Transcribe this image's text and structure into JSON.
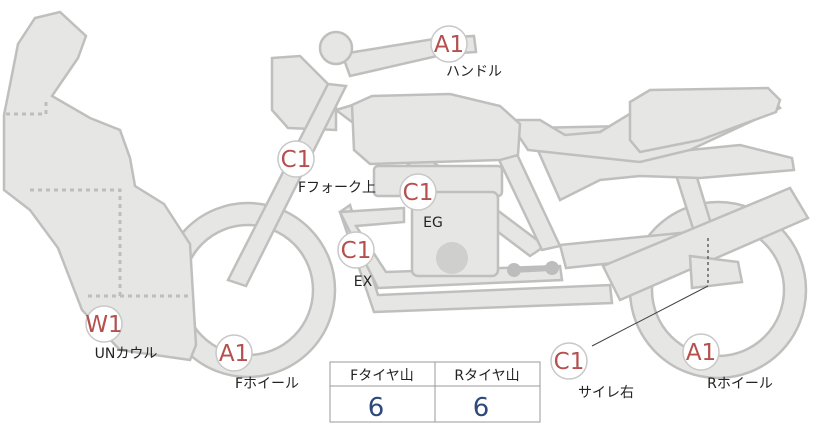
{
  "markers": [
    {
      "id": "handle",
      "grade": "A1",
      "label": "ハンドル"
    },
    {
      "id": "ffork",
      "grade": "C1",
      "label": "Fフォーク上"
    },
    {
      "id": "eg",
      "grade": "C1",
      "label": "EG"
    },
    {
      "id": "ex",
      "grade": "C1",
      "label": "EX"
    },
    {
      "id": "uncowl",
      "grade": "W1",
      "label": "UNカウル"
    },
    {
      "id": "fwheel",
      "grade": "A1",
      "label": "Fホイール"
    },
    {
      "id": "sailer",
      "grade": "C1",
      "label": "サイレ右"
    },
    {
      "id": "rwheel",
      "grade": "A1",
      "label": "Rホイール"
    }
  ],
  "tread_table": {
    "front_header": "Fタイヤ山",
    "rear_header": "Rタイヤ山",
    "front_value": "6",
    "rear_value": "6"
  },
  "colors": {
    "body_fill": "#e6e6e4",
    "body_stroke": "#bfbfbd",
    "grade_text": "#b5504e",
    "value_text": "#2e4a7a"
  }
}
